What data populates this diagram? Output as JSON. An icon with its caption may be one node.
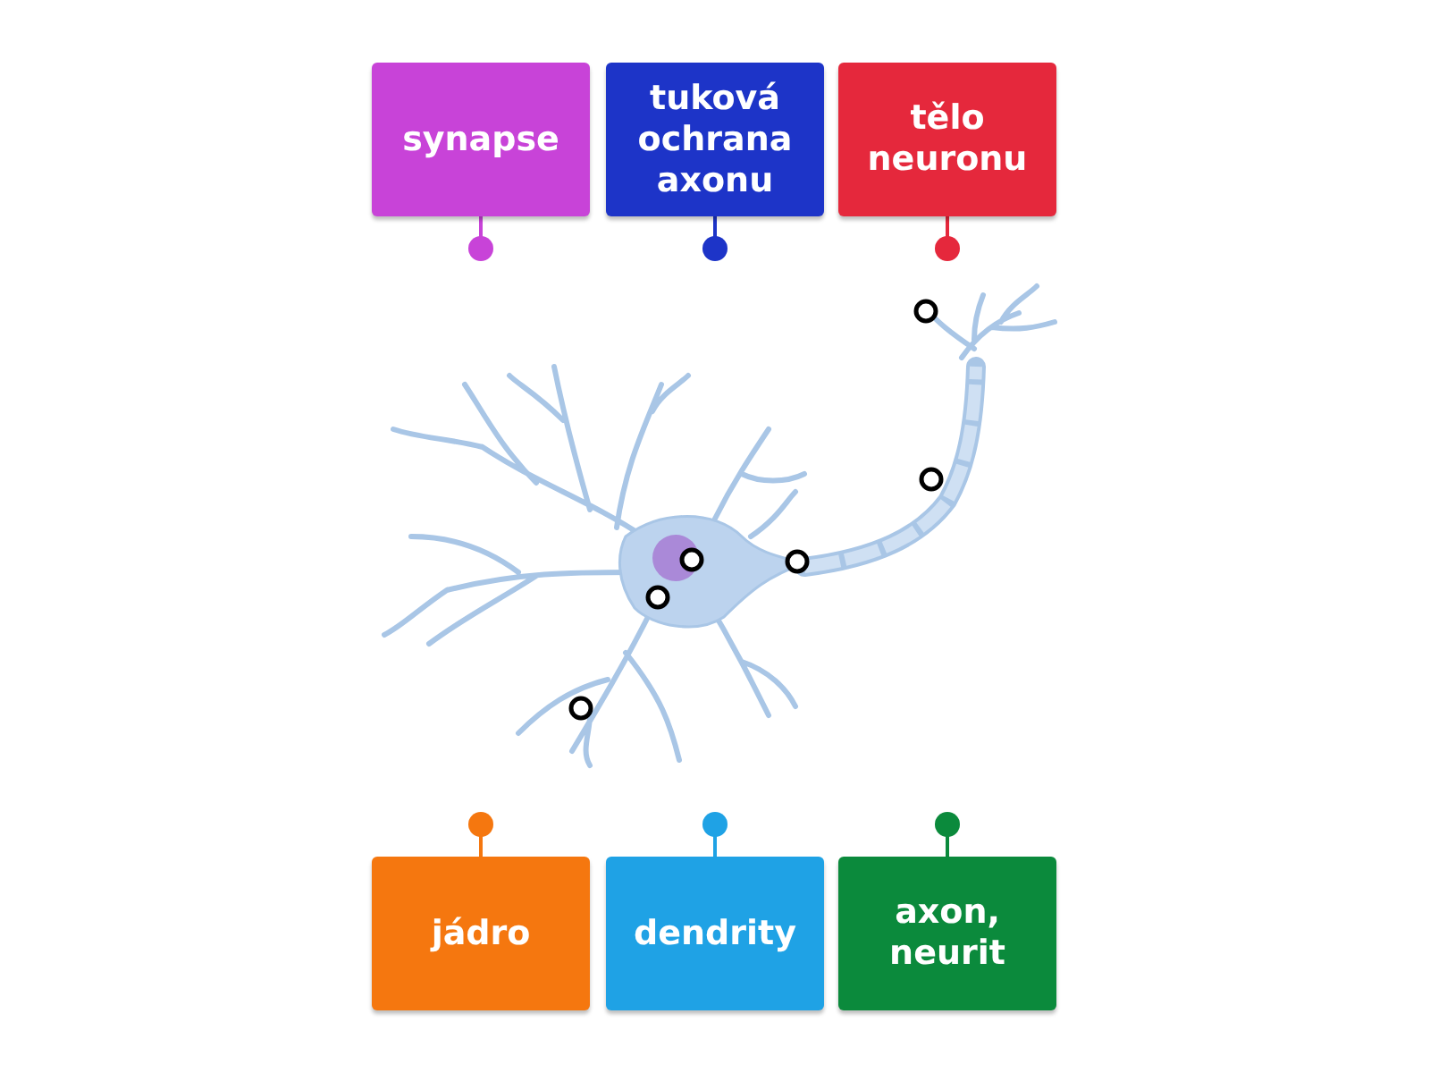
{
  "diagram": {
    "nodes": [
      {
        "text": [
          "synapse"
        ]
      },
      {
        "text": [
          "tuková ochrana axonu"
        ]
      },
      {
        "text": [
          "tělo neuronu"
        ]
      },
      {
        "text": [
          "jádro"
        ]
      },
      {
        "text": [
          "dendrity"
        ]
      },
      {
        "text": [
          "axon, neurit"
        ]
      }
    ]
  }
}
